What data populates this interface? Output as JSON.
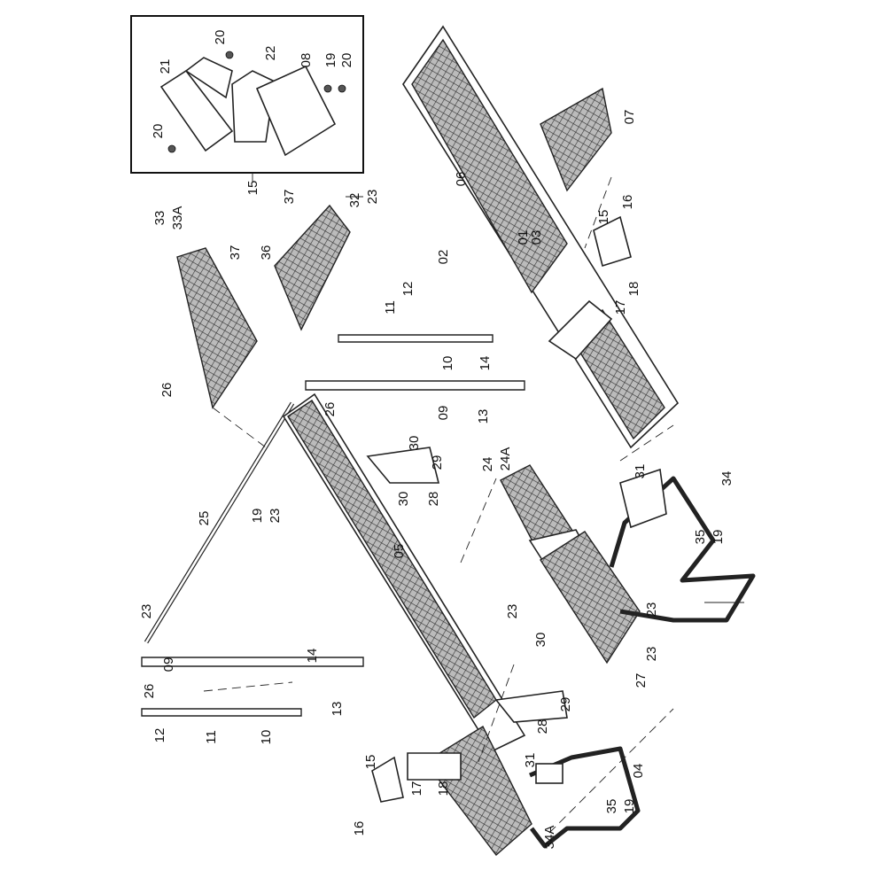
{
  "diagram": {
    "title": "Exploded parts view",
    "inset_labels": [
      "20",
      "21",
      "22",
      "08",
      "19",
      "20",
      "20"
    ],
    "inset_callout": "15",
    "labels": {
      "p33": "33",
      "p33a": "33A",
      "p37a": "37",
      "p32": "32",
      "p23a": "23",
      "p37b": "37",
      "p36": "36",
      "p06": "06",
      "p07": "07",
      "p16a": "16",
      "p15a": "15",
      "p02": "02",
      "p01": "01",
      "p03": "03",
      "p12a": "12",
      "p11a": "11",
      "p18a": "18",
      "p17a": "17",
      "p10a": "10",
      "p14a": "14",
      "p26a": "26",
      "p26b": "26",
      "p09a": "09",
      "p13a": "13",
      "p30a": "30",
      "p29a": "29",
      "p24": "24",
      "p24a": "24A",
      "p31a": "31",
      "p34": "34",
      "p25": "25",
      "p19a": "19",
      "p23b": "23",
      "p30b": "30",
      "p28a": "28",
      "p35a": "35",
      "p19b": "19",
      "p05": "05",
      "p23c": "23",
      "p23d": "23",
      "p23e": "23",
      "p23f": "23",
      "p09b": "09",
      "p14b": "14",
      "p30c": "30",
      "p26c": "26",
      "p13b": "13",
      "p27": "27",
      "p29b": "29",
      "p28b": "28",
      "p12b": "12",
      "p11b": "11",
      "p10b": "10",
      "p04": "04",
      "p31b": "31",
      "p15b": "15",
      "p17b": "17",
      "p18b": "18",
      "p16b": "16",
      "p35b": "35",
      "p19c": "19",
      "p34a": "34A"
    }
  }
}
